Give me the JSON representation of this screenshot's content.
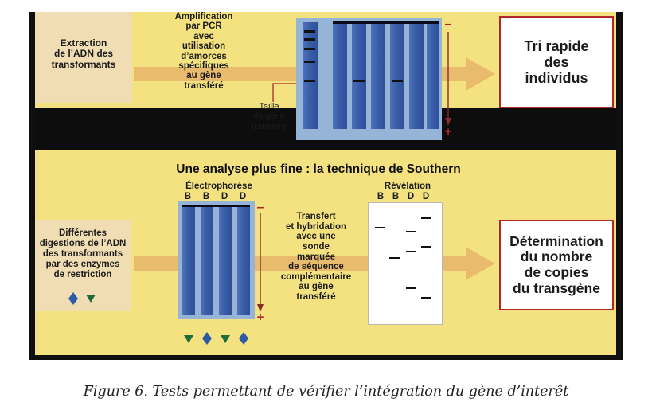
{
  "top": {
    "extraction": "Extraction\nde l’ADN des\ntransformants",
    "pcr": "Amplification\npar PCR\navec\nutilisation\nd’amorces\nspécifiques\nau gène\ntransféré",
    "taille": "Taille\ndu gène\ntransféré",
    "tri": "Tri rapide\ndes\nindividus",
    "minus": "–",
    "plus": "+"
  },
  "southern": {
    "title": "Une analyse plus fine : la technique de Southern",
    "electrophorese": "Électrophorèse",
    "lanes_left": [
      "B",
      "B",
      "D",
      "D"
    ],
    "revelation": "Révélation",
    "lanes_right": [
      "B",
      "B",
      "D",
      "D"
    ],
    "digestions": "Différentes\ndigestions de l’ADN\ndes transformants\npar des enzymes\nde restriction",
    "transfert": "Transfert\net hybridation\navec une\nsonde\nmarquée\nde séquence\ncomplémentaire\nau gène\ntransféré",
    "determination": "Détermination\ndu nombre\nde copies\ndu transgène",
    "minus": "–",
    "plus": "+"
  },
  "colors": {
    "enzyme_blue": "#2c5aa6",
    "enzyme_green": "#1f6b3a",
    "arrow": "#e9b86a",
    "red": "#b3262a"
  },
  "caption": "Figure 6. Tests permettant de vérifier l’intégration du gène d’interêt"
}
